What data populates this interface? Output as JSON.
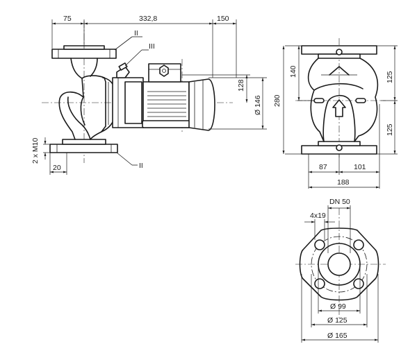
{
  "dimensions": {
    "d_75": "75",
    "d_332_8": "332,8",
    "d_150": "150",
    "d_128": "128",
    "d_146": "Ø 146",
    "d_m10": "2 x M10",
    "d_20": "20",
    "d_140": "140",
    "d_280": "280",
    "d_125_top": "125",
    "d_125_bottom": "125",
    "d_87": "87",
    "d_101": "101",
    "d_188": "188",
    "d_dn50": "DN 50",
    "d_4x19": "4x19",
    "d_99": "Ø 99",
    "d_125_circle": "Ø 125",
    "d_165": "Ø 165"
  },
  "labels": {
    "flange_top": "II",
    "vent": "III",
    "flange_bottom": "II"
  }
}
